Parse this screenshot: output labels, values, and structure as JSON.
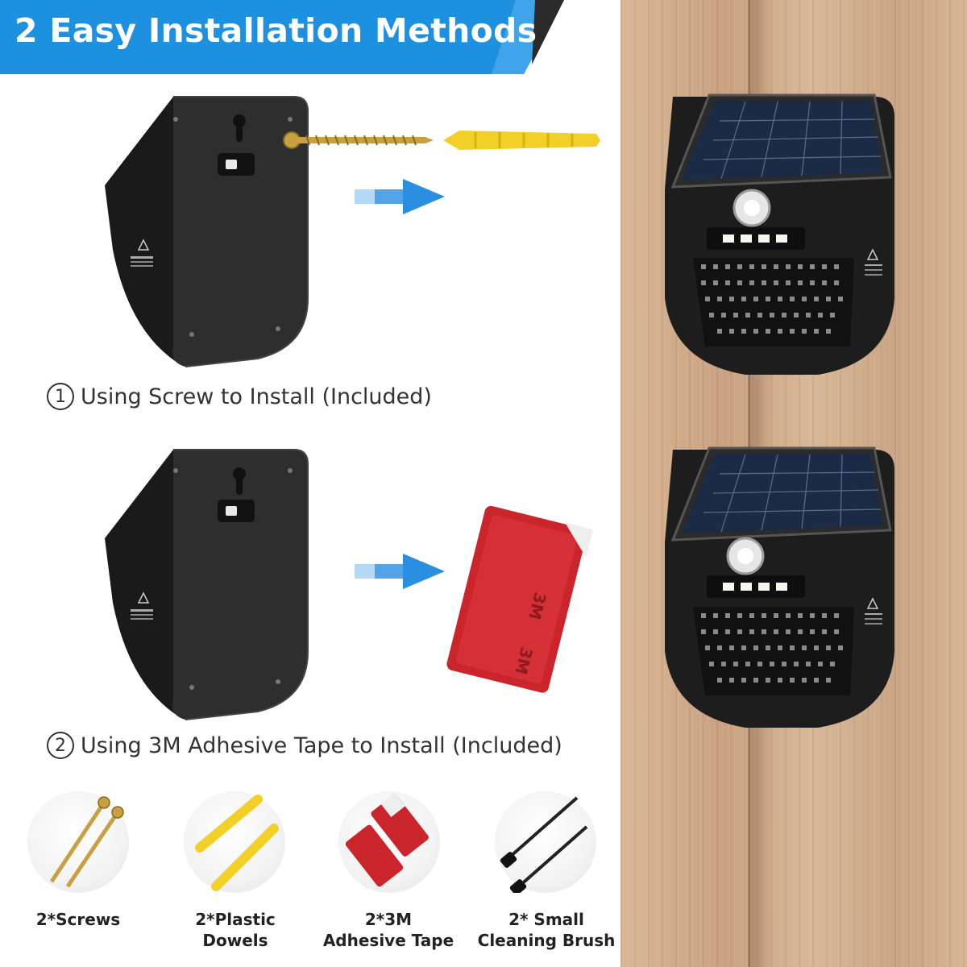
{
  "title": "2 Easy Installation Methods",
  "methods": [
    {
      "number": "1",
      "caption": "Using Screw to Install (Included)"
    },
    {
      "number": "2",
      "caption": "Using 3M Adhesive Tape to Install (Included)"
    }
  ],
  "tape_print": "3M",
  "accessories": [
    {
      "label": "2*Screws",
      "icon": "screws-icon"
    },
    {
      "label": "2*Plastic\nDowels",
      "icon": "dowels-icon"
    },
    {
      "label": "2*3M\nAdhesive Tape",
      "icon": "tape-icon"
    },
    {
      "label": "2* Small\nCleaning Brush",
      "icon": "brush-icon"
    }
  ],
  "colors": {
    "banner": "#1e90e0",
    "arrow": "#2a8fe0",
    "device": "#2a2a2a",
    "wood": "#d2ad8c",
    "tape": "#c9252b",
    "dowel": "#f2d028",
    "screw": "#c8a040"
  }
}
